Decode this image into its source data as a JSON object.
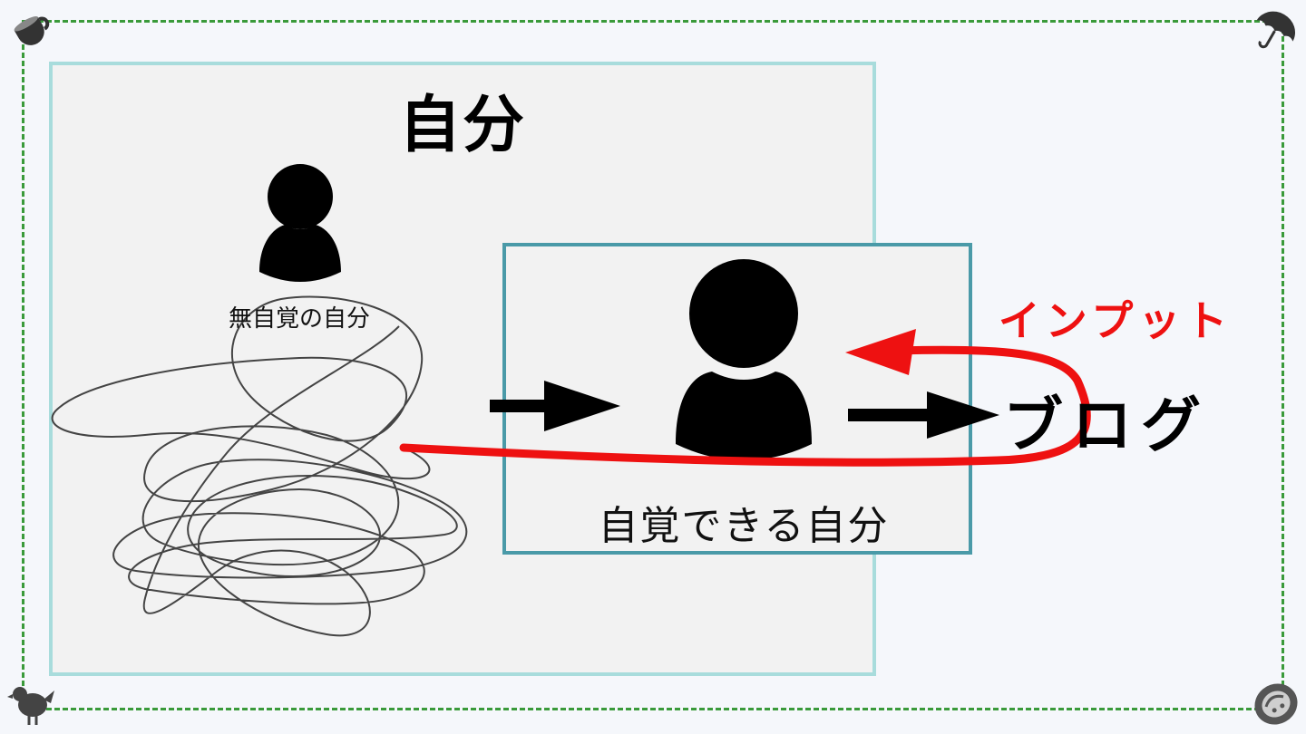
{
  "diagram": {
    "title": "自分",
    "unaware_self_label": "無自覚の自分",
    "aware_self_label": "自覚できる自分",
    "input_label": "インプット",
    "blog_label": "ブログ"
  },
  "icons": {
    "top_left": "teacup-icon",
    "top_right": "umbrella-icon",
    "bottom_left": "bird-icon",
    "bottom_right": "bowl-icon",
    "unaware_person": "person-icon",
    "aware_person": "person-icon"
  },
  "colors": {
    "frame_dashed": "#3a9a3a",
    "outer_box_border": "#a8dcdc",
    "inner_box_border": "#4a9aa8",
    "input_arrow": "#ee1111",
    "background": "#f5f7fb"
  }
}
